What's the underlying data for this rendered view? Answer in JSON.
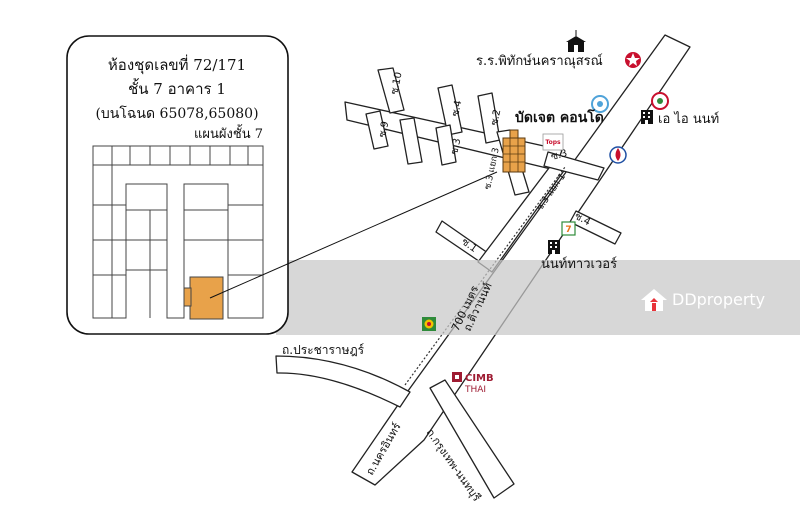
{
  "info_box": {
    "line1": "ห้องชุดเลขที่ 72/171",
    "line2": "ชั้น 7 อาคาร 1",
    "line3": "(บนโฉนด 65078,65080)",
    "floor_plan_label": "แผนผังชั้น 7"
  },
  "landmarks": {
    "school": "ร.ร.พิทักษ์นคราณุสรณ์",
    "condo": "บัดเจต คอนโด",
    "ai_nont": "เอ ไอ นนท์",
    "nont_tower": "นนท์ทาวเวอร์"
  },
  "streets": {
    "soi10": "ซ.10",
    "soi9": "ซ.9",
    "soi4_upper": "ซ.4",
    "soi2": "ซ.2",
    "soi3_upper": "ซ.3",
    "soi3_yaek3": "ซ.3 แยก 3",
    "soi3_yaek1": "ซ.3 แยก 1",
    "soi1": "ซ.1",
    "soi4_lower": "ซ.4",
    "tiwanon": "ถ.ติวานนท์",
    "pracharat": "ถ.ประชาราษฎร์",
    "nakhon_in": "ถ.นครอินทร์",
    "krungthep_nonthaburi": "ถ.กรุงเทพ-นนทบุรี"
  },
  "distance_label": "700 เมตร",
  "brands": {
    "tops": "Tops",
    "cimb_line1": "CIMB",
    "cimb_line2": "THAI"
  },
  "watermark": {
    "text": "DDproperty"
  },
  "colors": {
    "unit_highlight": "#E8A24A",
    "watermark_band": "#C8C8C8",
    "road_stroke": "#222222",
    "cimb_red": "#9E1B32",
    "seven_eleven_green": "#2E8B3A"
  },
  "icons": [
    "school-icon",
    "texaco-icon",
    "condo-building-icon",
    "tops-icon",
    "ptt-icon",
    "bangchak-icon",
    "esso-icon",
    "office-building-icon",
    "seven-eleven-icon",
    "nont-tower-building-icon",
    "cimb-icon",
    "shell-icon",
    "home-icon"
  ]
}
